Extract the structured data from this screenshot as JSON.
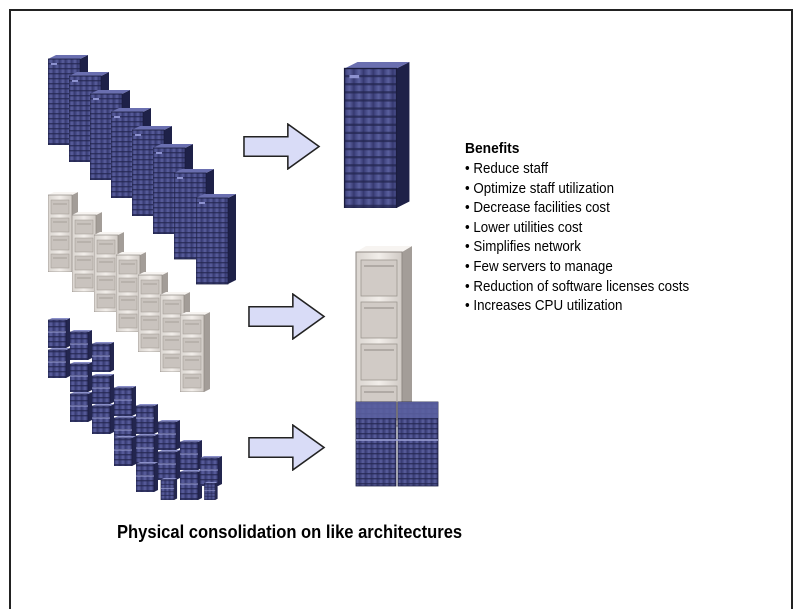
{
  "benefits": {
    "heading": "Benefits",
    "items": [
      "Reduce staff",
      "Optimize staff utilization",
      "Decrease facilities cost",
      "Lower utilities cost",
      "Simplifies network",
      "Few servers to manage",
      "Reduction of  software licenses costs",
      "Increases CPU utilization"
    ]
  },
  "caption": "Physical consolidation on like architectures",
  "colors": {
    "server_blue": "#4b4f8c",
    "server_blue_dark": "#262a5a",
    "server_beige": "#e8e3df",
    "server_beige_dark": "#a39d98",
    "arrow_fill": "#d9dcf7",
    "arrow_stroke": "#222222"
  },
  "icons": {
    "source_group_1": "blue-rack-server-icon",
    "source_group_2": "beige-tower-server-icon",
    "source_group_3": "small-blue-server-icon",
    "arrow": "right-arrow-icon",
    "target_1": "large-blue-rack-server-icon",
    "target_2": "beige-rack-server-icon",
    "target_3": "twin-blue-server-icon"
  }
}
